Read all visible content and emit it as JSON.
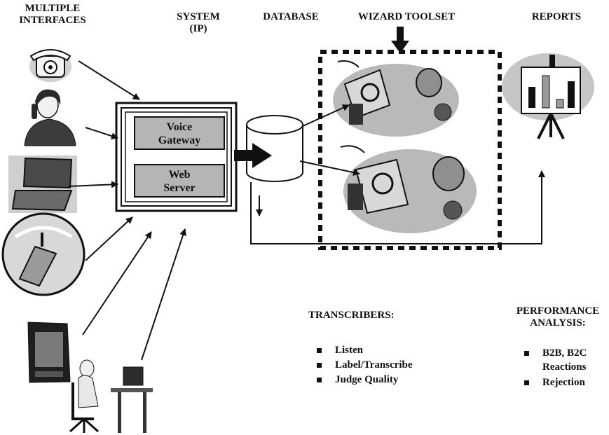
{
  "headers": {
    "interfaces": "MULTIPLE\nINTERFACES",
    "system": "SYSTEM\n(IP)",
    "database": "DATABASE",
    "wizard": "WIZARD TOOLSET",
    "reports": "REPORTS"
  },
  "system_box": {
    "voice_gateway": "Voice\nGateway",
    "web_server": "Web\nServer"
  },
  "transcribers": {
    "title": "TRANSCRIBERS:",
    "items": [
      "Listen",
      "Label/Transcribe",
      "Judge Quality"
    ]
  },
  "performance": {
    "title": "PERFORMANCE\nANALYSIS:",
    "items": [
      "B2B, B2C\nReactions",
      "Rejection"
    ]
  },
  "interface_icons": [
    "telephone-icon",
    "woman-on-phone-icon",
    "laptop-icon",
    "cell-phone-icon",
    "pda-icon",
    "woman-at-computer-icon"
  ]
}
